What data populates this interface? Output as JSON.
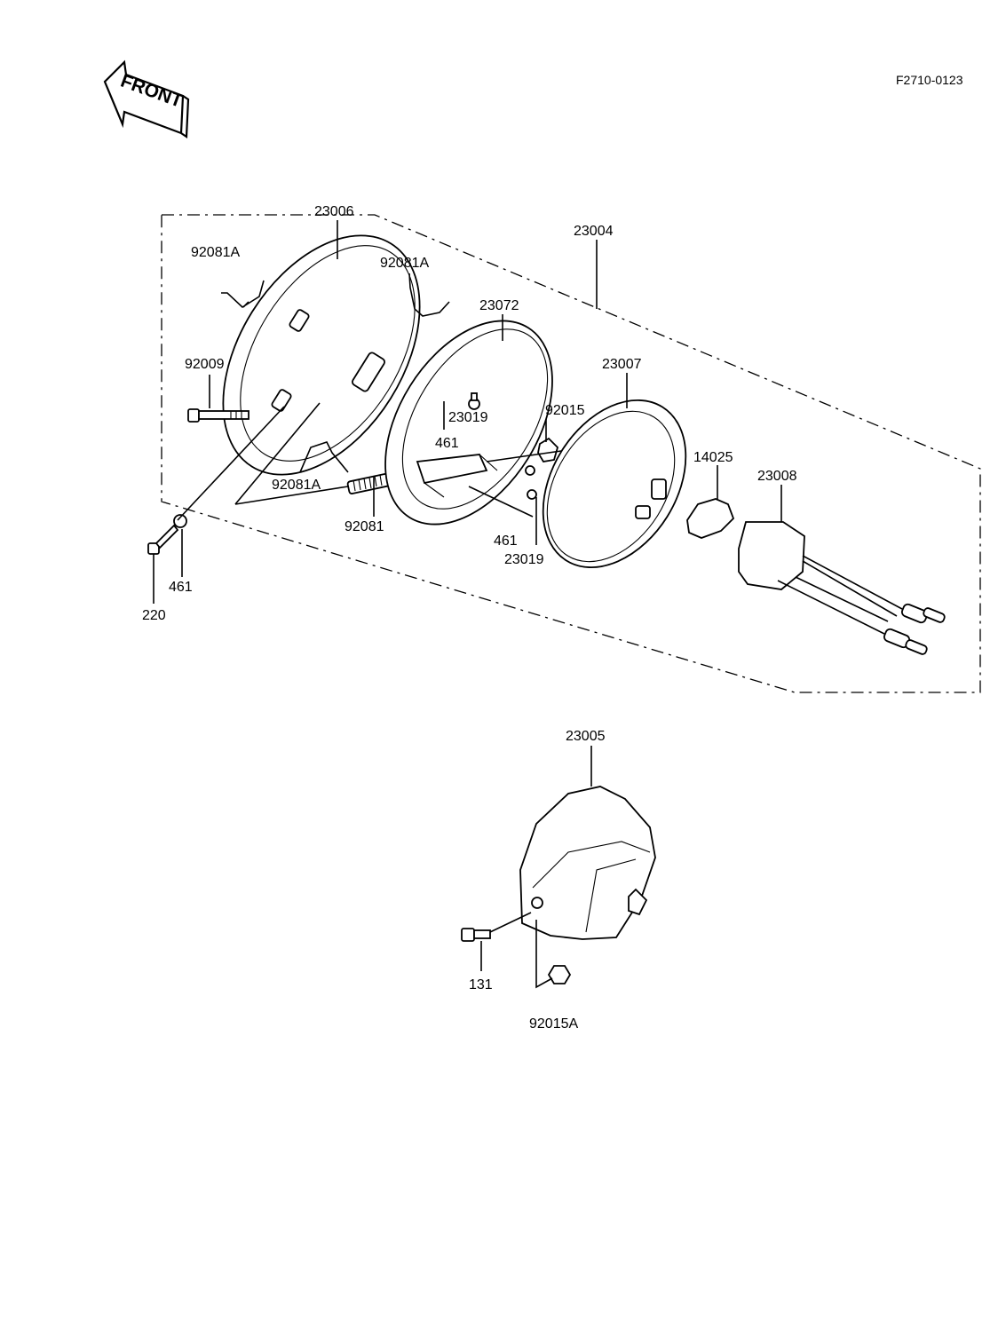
{
  "header": {
    "diagram_code": "F2710-0123",
    "front_label": "FRONT"
  },
  "parts": {
    "p23004": "23004",
    "p23006": "23006",
    "p92081A_left": "92081A",
    "p92081A_right": "92081A",
    "p92081A_lower": "92081A",
    "p92009": "92009",
    "p92081": "92081",
    "p461_left": "461",
    "p220": "220",
    "p23072": "23072",
    "p23019_upper": "23019",
    "p461_upper": "461",
    "p92015": "92015",
    "p461_lower": "461",
    "p23019_lower": "23019",
    "p23007": "23007",
    "p14025": "14025",
    "p23008": "23008",
    "p23005": "23005",
    "p131": "131",
    "p92015A": "92015A"
  }
}
